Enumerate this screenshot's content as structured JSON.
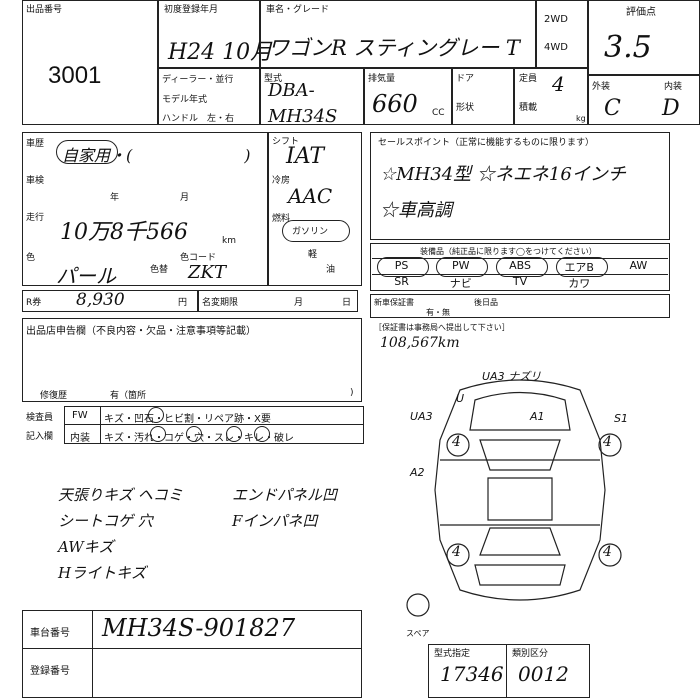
{
  "header": {
    "lot_label": "出品番号",
    "lot_number": "3001",
    "reg_label": "初度登録年月",
    "reg_value": "H24 10月",
    "name_label": "車名・グレード",
    "name_value": "ワゴンR スティングレー T",
    "drive_2wd": "2WD",
    "drive_4wd": "4WD",
    "score_label": "評価点",
    "score_value": "3.5",
    "ext_label": "外装",
    "int_label": "内装",
    "ext_value": "C",
    "int_value": "D",
    "dealer_label": "ディーラー・並行",
    "model_year_label": "モデル年式",
    "handle_label": "ハンドル　左・右",
    "type_label": "型式",
    "type_value": "DBA-MH34S",
    "displacement_label": "排気量",
    "displacement_value": "660",
    "cc_label": "CC",
    "door_label": "ドア",
    "shape_label": "形状",
    "capacity_label": "定員",
    "capacity_value": "4",
    "load_label": "積載",
    "kg_label": "kg"
  },
  "history": {
    "label": "車歴",
    "value": "自家用・(　　　　　　　)",
    "inspection_label": "車検",
    "year_unit": "年",
    "month_unit": "月",
    "mileage_label": "走行",
    "mileage_value": "10万8千566",
    "km_label": "km",
    "color_label": "色",
    "color_value": "パール",
    "color_change_label": "色替",
    "color_code_label": "色コード",
    "color_code_value": "ZKT"
  },
  "shift": {
    "label": "シフト",
    "value": "IAT",
    "ac_label": "冷房",
    "ac_value": "AAC",
    "fuel_label": "燃料",
    "fuel_gasoline": "ガソリン",
    "fuel_kei": "軽",
    "fuel_oil": "油"
  },
  "selling": {
    "label": "セールスポイント（正常に機能するものに限ります）",
    "lines": [
      "☆MH34型 ☆ネエネ16インチ",
      "☆車高調"
    ]
  },
  "equipment": {
    "label": "装備品（純正品に限ります◯をつけてください）",
    "row1": [
      "PS",
      "PW",
      "ABS",
      "エアB",
      "AW"
    ],
    "row2": [
      "SR",
      "ナビ",
      "TV",
      "カワ",
      ""
    ]
  },
  "recycle": {
    "r_label": "R券",
    "r_value": "8,930",
    "yen": "円",
    "meigi_label": "名変期限",
    "month_unit": "月",
    "day_unit": "日"
  },
  "warranty": {
    "label": "新車保証書",
    "value": "有・無",
    "label2": "後日品",
    "note": "［保証書は事務局へ提出して下さい］",
    "handwritten": "108,567km"
  },
  "seller": {
    "label": "出品店申告欄（不良内容・欠品・注意事項等記載）",
    "repair_label": "修復歴",
    "repair_value": "有（箇所"
  },
  "inspector": {
    "label1": "検査員",
    "label2": "記入欄",
    "fw": "FW",
    "fw_items": "キズ・凹石・ヒビ割・リペア跡・X要",
    "interior": "内装",
    "interior_items": "キズ・汚れ・コゲ・穴・スレ・キレ・破レ"
  },
  "notes": {
    "left": [
      "天張りキズ ヘコミ",
      "シートコゲ 穴",
      "AWキズ",
      "Hライトキズ"
    ],
    "right": [
      "エンドパネル凹",
      "Fインパネ凹"
    ]
  },
  "diagram": {
    "top_label": "UA3 ナズリ",
    "a1": "A1",
    "s1": "S1",
    "ua3": "UA3",
    "u": "U",
    "a2": "A2",
    "tire_value": "4",
    "spare_label": "スペア"
  },
  "chassis": {
    "label": "車台番号",
    "value": "MH34S-901827",
    "reg_no_label": "登録番号"
  },
  "bottom": {
    "type_spec_label": "型式指定",
    "type_spec_value": "17346",
    "class_label": "類別区分",
    "class_value": "0012"
  }
}
